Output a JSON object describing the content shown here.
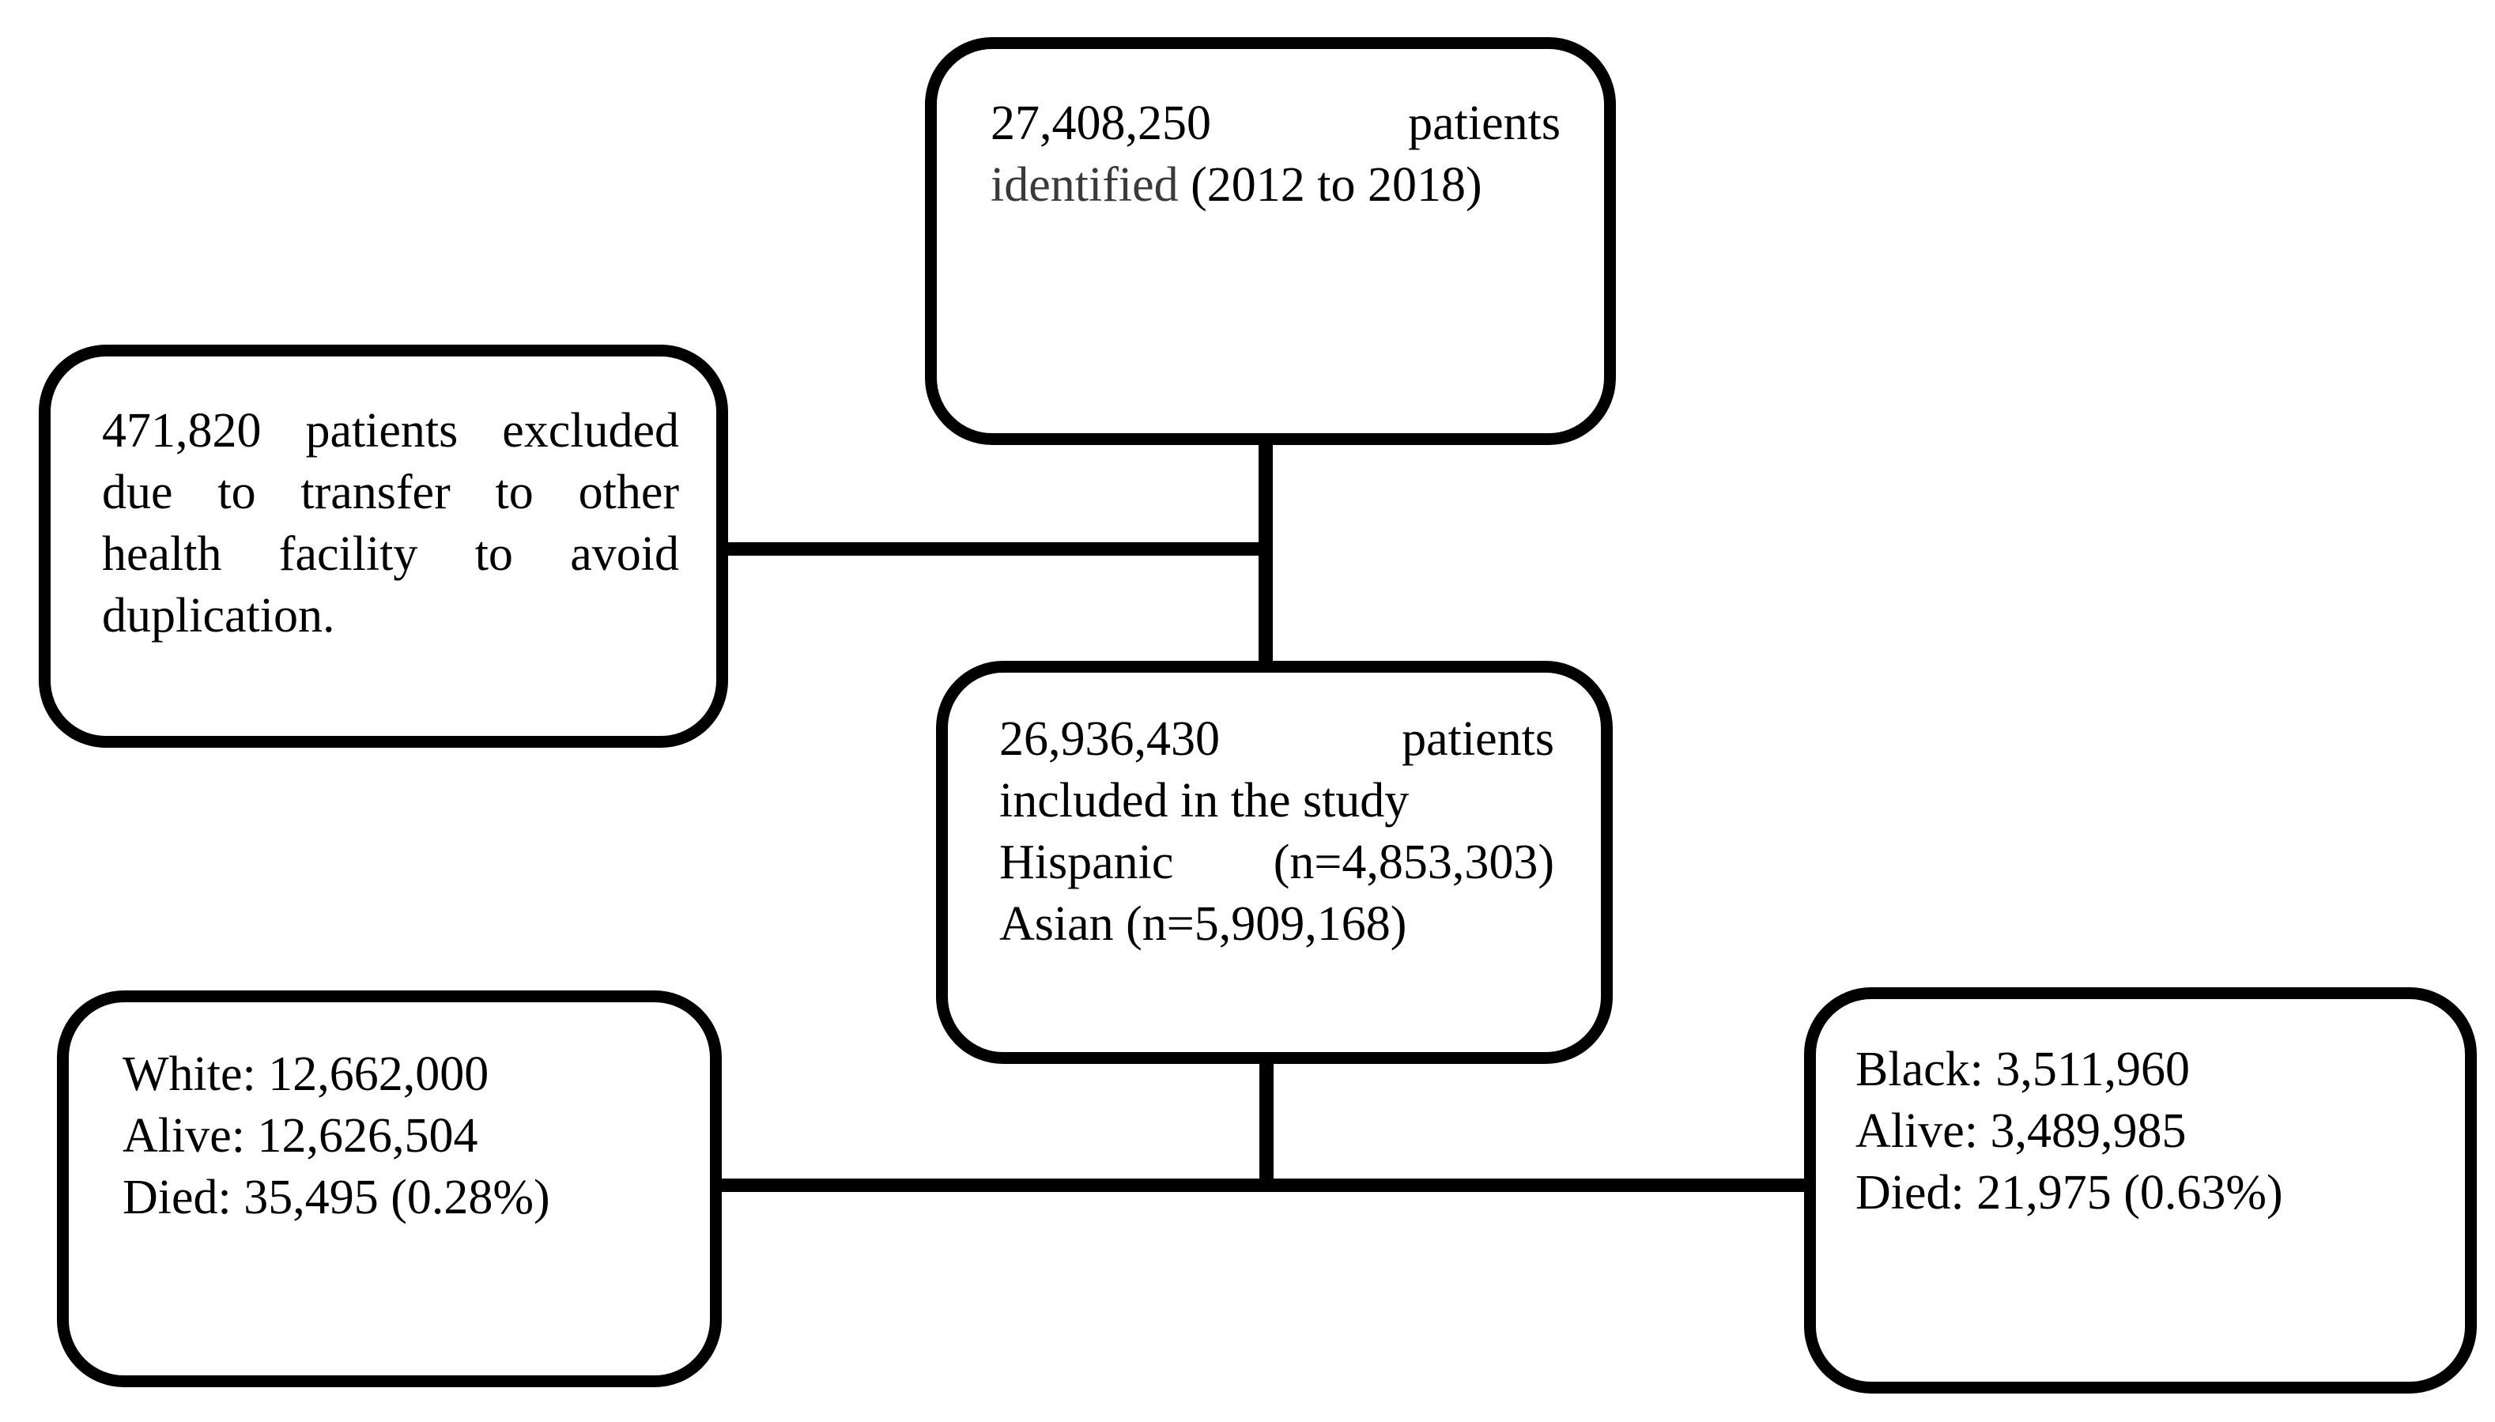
{
  "colors": {
    "background": "#ffffff",
    "box_border": "#000000",
    "text": "#000000",
    "identified_text": "#3a3a3a",
    "connector": "#000000"
  },
  "boxes": {
    "identified": {
      "lines": {
        "l1": "27,408,250 patients",
        "l2_part1": "identified ",
        "l2_part2": "(2012 to 2018)"
      }
    },
    "excluded": {
      "lines": {
        "l1": "471,820 patients excluded",
        "l2": "due to transfer to other",
        "l3": "health facility to avoid",
        "l4": "duplication."
      }
    },
    "included": {
      "lines": {
        "l1": "26,936,430 patients",
        "l2": "included in the study",
        "l3": "Hispanic (n=4,853,303)",
        "l4": "Asian (n=5,909,168)"
      }
    },
    "white_outcomes": {
      "lines": {
        "l1": "White: 12,662,000",
        "l2": "Alive: 12,626,504",
        "l3": "Died: 35,495 (0.28%)"
      }
    },
    "black_outcomes": {
      "lines": {
        "l1": "Black: 3,511,960",
        "l2": "Alive: 3,489,985",
        "l3": "Died: 21,975 (0.63%)"
      }
    }
  }
}
